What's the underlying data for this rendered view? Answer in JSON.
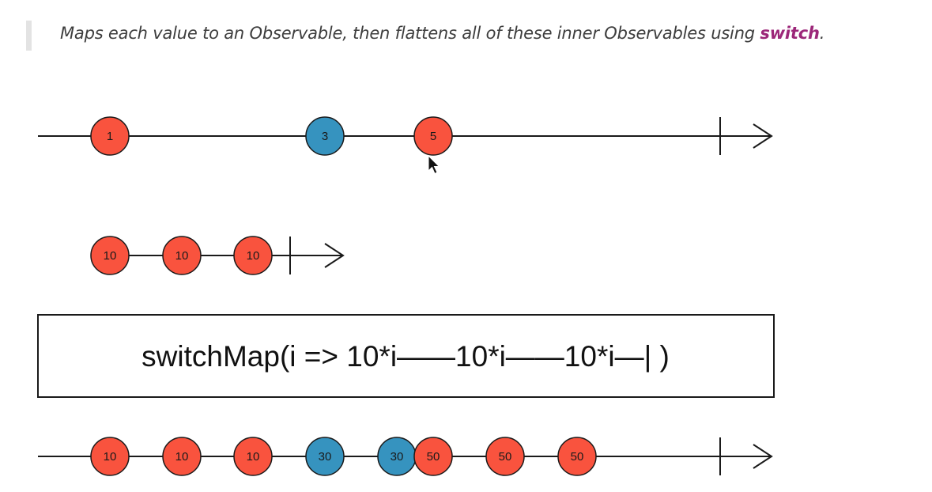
{
  "description": {
    "text_before": "Maps each value to an Observable, then flattens all of these inner Observables using ",
    "keyword": "switch",
    "text_after": "."
  },
  "operator": {
    "label": "switchMap(i => 10*i——10*i——10*i—| )"
  },
  "colors": {
    "red_marble": "#f9533e",
    "blue_marble": "#3693bf",
    "keyword": "#9c2779",
    "line": "#1a1a1a"
  },
  "source_stream": {
    "marbles": [
      {
        "label": "1",
        "color": "red"
      },
      {
        "label": "3",
        "color": "blue"
      },
      {
        "label": "5",
        "color": "red"
      }
    ],
    "completes": true
  },
  "inner_stream": {
    "marbles": [
      {
        "label": "10",
        "color": "red"
      },
      {
        "label": "10",
        "color": "red"
      },
      {
        "label": "10",
        "color": "red"
      }
    ],
    "completes": true
  },
  "output_stream": {
    "marbles": [
      {
        "label": "10",
        "color": "red"
      },
      {
        "label": "10",
        "color": "red"
      },
      {
        "label": "10",
        "color": "red"
      },
      {
        "label": "30",
        "color": "blue"
      },
      {
        "label": "30",
        "color": "blue"
      },
      {
        "label": "50",
        "color": "red"
      },
      {
        "label": "50",
        "color": "red"
      },
      {
        "label": "50",
        "color": "red"
      }
    ],
    "completes": true
  },
  "cursor": {
    "icon": "mouse-pointer-icon"
  }
}
